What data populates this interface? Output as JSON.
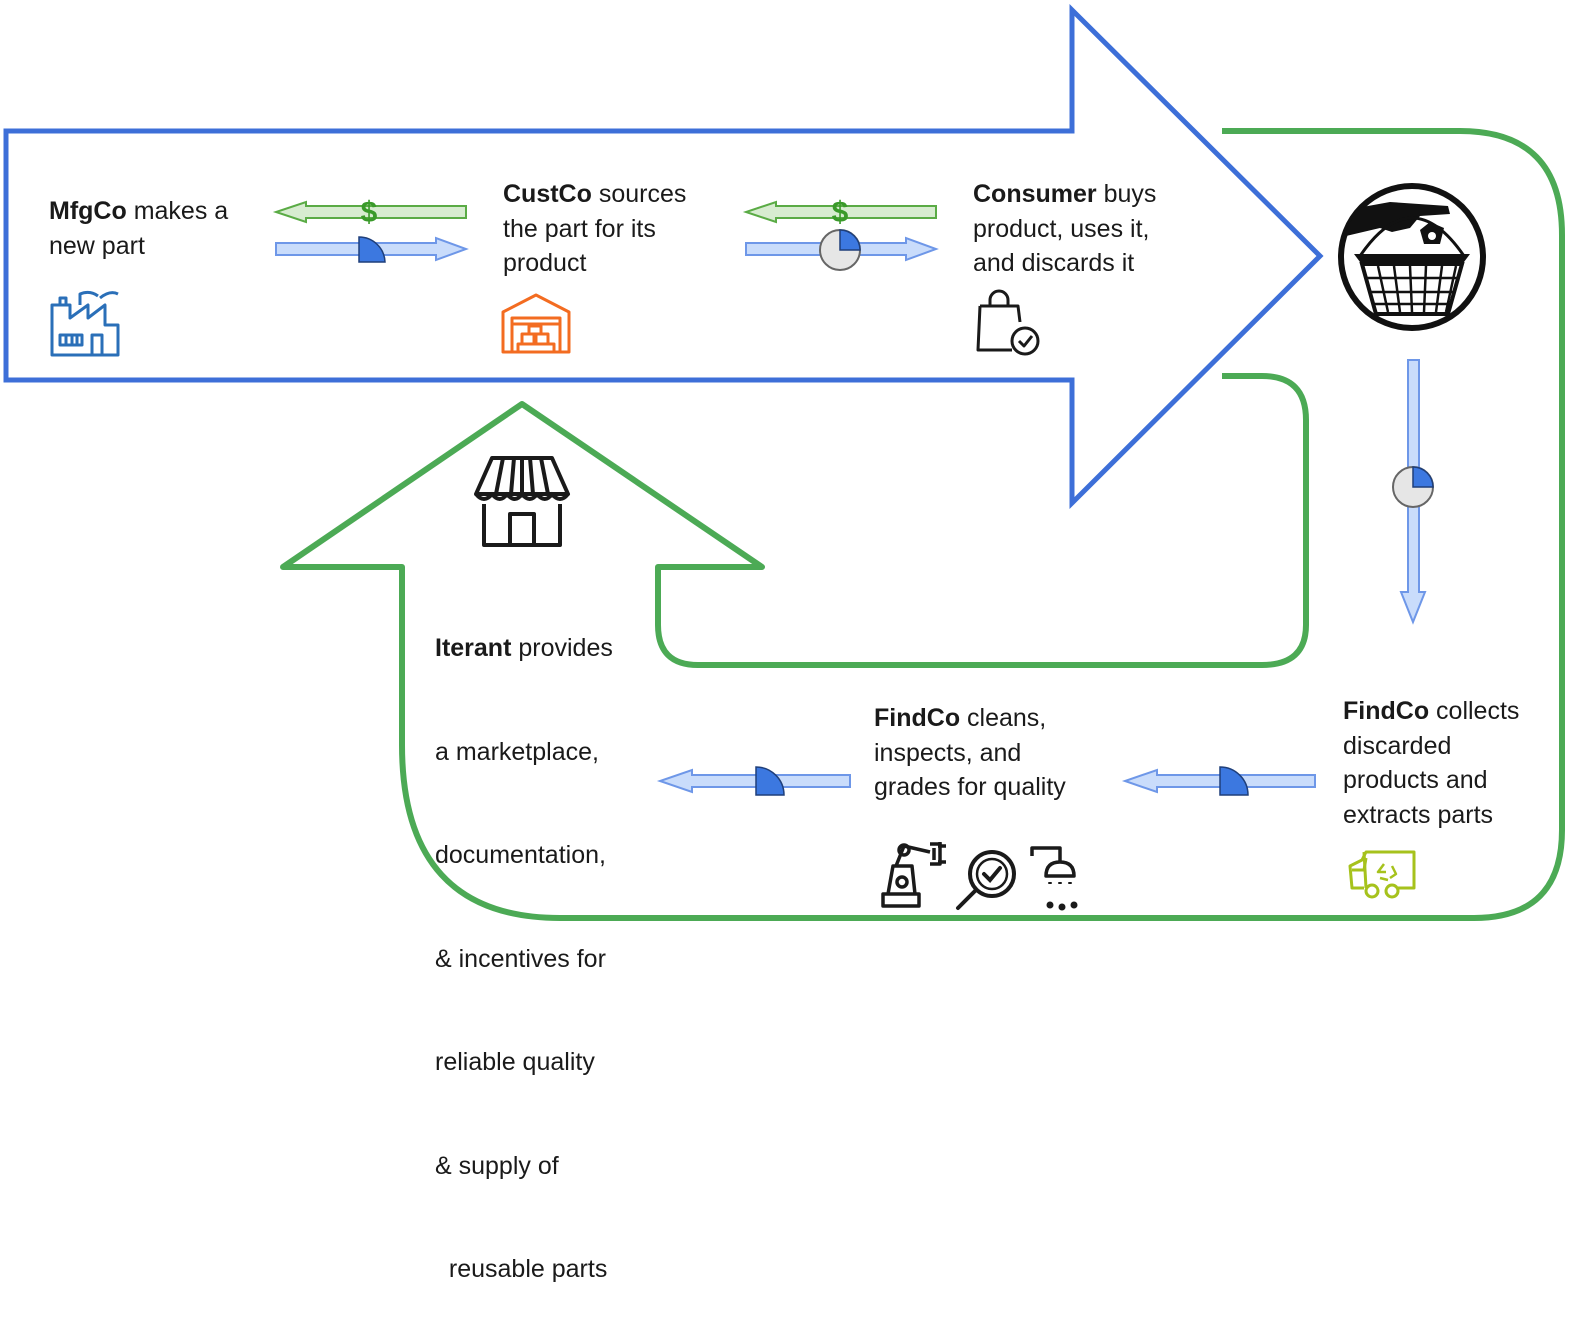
{
  "colors": {
    "blue_outline": "#3d6fd8",
    "green_outline": "#4caa55",
    "money_green": "#3a9a2a",
    "flow_blue_fill": "#c9dcfb",
    "flow_blue_stroke": "#6e97e8",
    "flow_green_fill": "#d7ecd0",
    "flow_green_stroke": "#5aab45",
    "quarter_blue": "#3c78e0",
    "factory_blue": "#2a6fb8",
    "warehouse_orange": "#f36c21",
    "truck_green": "#a6c21c",
    "text": "#1a1a1a"
  },
  "nodes": {
    "mfgco": {
      "name": "MfgCo",
      "lines": [
        " makes a",
        "new part"
      ],
      "icon": "factory-icon"
    },
    "custco": {
      "name": "CustCo",
      "lines": [
        " sources",
        "the part for its",
        "product"
      ],
      "icon": "warehouse-icon"
    },
    "consumer": {
      "name": "Consumer",
      "lines": [
        " buys",
        "product, uses it,",
        "and discards it"
      ],
      "icon": "shopping-bag-check-icon"
    },
    "findco_collect": {
      "name": "FindCo",
      "lines": [
        " collects",
        "discarded",
        "products and",
        "extracts parts"
      ],
      "icon": "recycling-truck-icon"
    },
    "findco_clean": {
      "name": "FindCo",
      "lines": [
        " cleans,",
        "inspects, and",
        "grades for quality"
      ],
      "icons": [
        "robot-arm-icon",
        "magnifier-check-icon",
        "shower-icon"
      ]
    },
    "iterant": {
      "name": "Iterant",
      "lines": [
        " provides",
        "a marketplace,",
        "documentation,",
        "& incentives for",
        "reliable quality",
        "& supply of",
        "  reusable parts"
      ],
      "icon": "storefront-icon"
    }
  },
  "money_symbol": "$",
  "flows": [
    {
      "from": "CustCo",
      "to": "MfgCo",
      "kind": "money"
    },
    {
      "from": "MfgCo",
      "to": "CustCo",
      "kind": "part",
      "part_state": "quarter"
    },
    {
      "from": "Consumer",
      "to": "CustCo",
      "kind": "money"
    },
    {
      "from": "CustCo",
      "to": "Consumer",
      "kind": "part",
      "part_state": "quarter-with-product"
    },
    {
      "from": "Consumer",
      "to": "FindCo",
      "kind": "part",
      "part_state": "quarter-with-product"
    },
    {
      "from": "FindCo (collects)",
      "to": "FindCo (cleans)",
      "kind": "part",
      "part_state": "quarter"
    },
    {
      "from": "FindCo (cleans)",
      "to": "Iterant",
      "kind": "part",
      "part_state": "quarter"
    }
  ],
  "discard_icon": "hand-dropping-into-basket-icon"
}
